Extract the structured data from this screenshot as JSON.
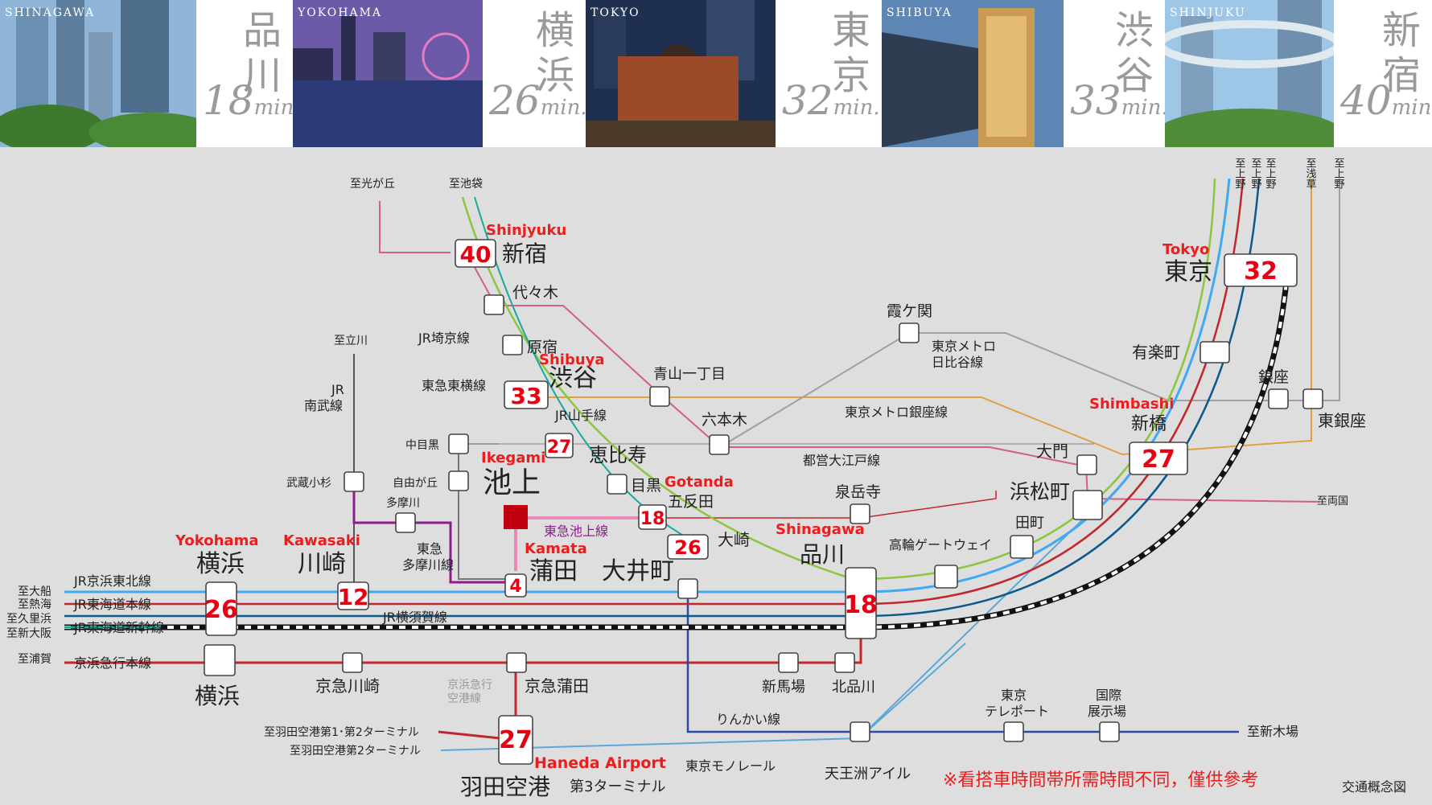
{
  "banner": [
    {
      "caption": "SHINAGAWA",
      "kanji": "品川",
      "minutes": "18",
      "unit": "min."
    },
    {
      "caption": "YOKOHAMA",
      "kanji": "横浜",
      "minutes": "26",
      "unit": "min."
    },
    {
      "caption": "TOKYO",
      "kanji": "東京",
      "minutes": "32",
      "unit": "min."
    },
    {
      "caption": "SHIBUYA",
      "kanji": "渋谷",
      "minutes": "33",
      "unit": "min."
    },
    {
      "caption": "SHINJUKU",
      "kanji": "新宿",
      "minutes": "40",
      "unit": "min."
    }
  ],
  "colors": {
    "map_background": "#dedede",
    "yamanote": "#8cc63f",
    "keihin_tohoku": "#3fa9f5",
    "tokaido": "#c1272d",
    "yokosuka": "#0a5a8c",
    "shinkansen": "#1aa89c",
    "keikyu": "#c1272d",
    "ginza": "#e0a040",
    "oedo": "#d45d8a",
    "hibiya": "#a0a0a0",
    "ikegami": "#e889b7",
    "tamagawa": "#8e1c8e",
    "nambu": "#555555",
    "rinkai": "#2b4aa0",
    "monorail": "#5ba8d8",
    "home": "#c00010"
  },
  "map": {
    "directions": {
      "to_higashigaoka": "至光が丘",
      "to_ikebukuro": "至池袋",
      "to_tachikawa": "至立川",
      "to_ueno_a": "至上野",
      "to_ueno_b": "至上野",
      "to_ueno_c": "至上野",
      "to_asakusa": "至浅草",
      "to_ueno_d": "至上野",
      "to_ofuna": "至大船",
      "to_atami": "至熱海",
      "to_kurihama": "至久里浜",
      "to_shinosaka": "至新大阪",
      "to_uraga": "至浦賀",
      "to_ryogoku": "至両国",
      "to_shinkiba": "至新木場",
      "to_haneda_t12": "至羽田空港第1･第2ターミナル",
      "to_haneda_t2": "至羽田空港第2ターミナル"
    },
    "line_names": {
      "saikyo": "JR埼京線",
      "toyoko": "東急東横線",
      "yamanote": "JR山手線",
      "nambu": "JR\n南武線",
      "ginza": "東京メトロ銀座線",
      "hibiya": "東京メトロ\n日比谷線",
      "oedo": "都営大江戸線",
      "ikegami": "東急池上線",
      "tamagawa": "東急\n多摩川線",
      "keihin_tohoku": "JR京浜東北線",
      "tokaido": "JR東海道本線",
      "shinkansen": "JR東海道新幹線",
      "yokosuka": "JR横須賀線",
      "keikyu": "京浜急行本線",
      "keikyu_airport": "京浜急行\n空港線",
      "rinkai": "りんかい線",
      "monorail": "東京モノレール"
    },
    "stations": {
      "shinjuku": "新宿",
      "yoyogi": "代々木",
      "harajuku": "原宿",
      "shibuya": "渋谷",
      "aoyama": "青山一丁目",
      "roppongi": "六本木",
      "kasumigaseki": "霞ケ関",
      "ebisu": "恵比寿",
      "meguro": "目黒",
      "gotanda": "五反田",
      "osaki": "大崎",
      "nakameguro": "中目黒",
      "jiyugaoka": "自由が丘",
      "musashikosugi": "武蔵小杉",
      "tamagawa": "多摩川",
      "ikegami": "池上",
      "kamata": "蒲田",
      "oimachi": "大井町",
      "sengakuji": "泉岳寺",
      "shinagawa": "品川",
      "takanawa": "高輪ゲートウェイ",
      "tamachi": "田町",
      "hamamatsucho": "浜松町",
      "daimon": "大門",
      "shimbashi": "新橋",
      "yurakucho": "有楽町",
      "ginza": "銀座",
      "higashiginza": "東銀座",
      "tokyo": "東京",
      "yokohama": "横浜",
      "kawasaki": "川崎",
      "yokohama_keikyu": "横浜",
      "keikyu_kawasaki": "京急川崎",
      "keikyu_kamata": "京急蒲田",
      "shinbamba": "新馬場",
      "kitashinagawa": "北品川",
      "haneda": "羽田空港",
      "haneda_t3": "第3ターミナル",
      "tennozu": "天王洲アイル",
      "tokyo_teleport": "東京\nテレポート",
      "kokusai": "国際\n展示場"
    },
    "english_labels": {
      "shinjuku": "Shinjyuku",
      "shibuya": "Shibuya",
      "ikegami": "Ikegami",
      "gotanda": "Gotanda",
      "kamata": "Kamata",
      "shinagawa": "Shinagawa",
      "yokohama": "Yokohama",
      "kawasaki": "Kawasaki",
      "shimbashi": "Shimbashi",
      "tokyo": "Tokyo",
      "haneda": "Haneda Airport"
    },
    "times": {
      "shinjuku": "40",
      "shibuya": "33",
      "ebisu": "27",
      "gotanda": "18",
      "oimachi": "26",
      "shinagawa": "18",
      "shimbashi": "27",
      "tokyo": "32",
      "yokohama": "26",
      "kawasaki": "12",
      "kamata": "4",
      "haneda": "27"
    },
    "note": "※看搭車時間帯所需時間不同，僅供參考",
    "legend": "交通概念図"
  }
}
